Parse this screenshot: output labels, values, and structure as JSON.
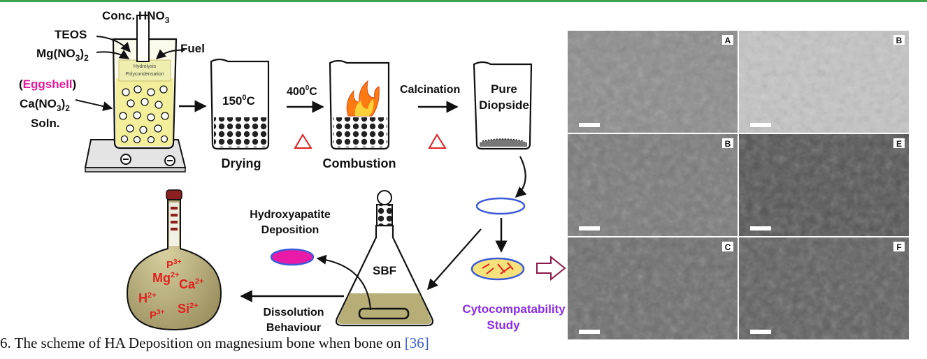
{
  "colors": {
    "accent_green": "#3aa24a",
    "label_red": "#e02020",
    "eggshell_pink": "#e6199a",
    "cyto_purple": "#8a2be2",
    "flask_fill": "#b7ad76",
    "arrow_dark": "#111111",
    "open_arrow": "#8b1a4a"
  },
  "labels": {
    "conc_hno3": "Conc. HNO",
    "conc_hno3_sub": "3",
    "teos": "TEOS",
    "mgno3": "Mg(NO",
    "mgno3_sub": "3",
    "mgno3_close": ")",
    "mgno3_sub2": "2",
    "fuel": "Fuel",
    "eggshell_open": "(",
    "eggshell": "Eggshell",
    "eggshell_close": ")",
    "cano3": "Ca(NO",
    "cano3_sub": "3",
    "cano3_close": ")",
    "cano3_sub2": "2",
    "soln": "Soln.",
    "beaker1_line1": "Hydrolysis",
    "beaker1_line2": "Polycondensation",
    "temp_150": "150",
    "temp_150_sup": "0",
    "temp_150_unit": "C",
    "drying": "Drying",
    "temp_400": "400",
    "temp_400_sup": "0",
    "temp_400_unit": "C",
    "combustion": "Combustion",
    "calcination": "Calcination",
    "pure": "Pure",
    "diopside": "Diopside",
    "hydroxyapatite": "Hydroxyapatite",
    "deposition": "Deposition",
    "sbf": "SBF",
    "dissolution": "Dissolution",
    "behaviour": "Behaviour",
    "cyto": "Cytocompatability",
    "study": "Study",
    "ion_p_top": "P",
    "ion_p_top_sup": "3+",
    "ion_mg": "Mg",
    "ion_mg_sup": "2+",
    "ion_ca": "Ca",
    "ion_ca_sup": "2+",
    "ion_h": "H",
    "ion_h_sup": "2+",
    "ion_p_bot": "P",
    "ion_p_bot_sup": "3+",
    "ion_si": "Si",
    "ion_si_sup": "2+"
  },
  "sem_panels": [
    {
      "letter": "A",
      "tone": "#8c8c8c"
    },
    {
      "letter": "B",
      "tone": "#c4c4c4"
    },
    {
      "letter": "B",
      "tone": "#7a7a7a"
    },
    {
      "letter": "E",
      "tone": "#555555"
    },
    {
      "letter": "C",
      "tone": "#6e6e6e"
    },
    {
      "letter": "F",
      "tone": "#606060"
    }
  ],
  "caption": {
    "text": "6. The scheme of HA Deposition on magnesium bone when bone on",
    "ref": "[36]"
  }
}
